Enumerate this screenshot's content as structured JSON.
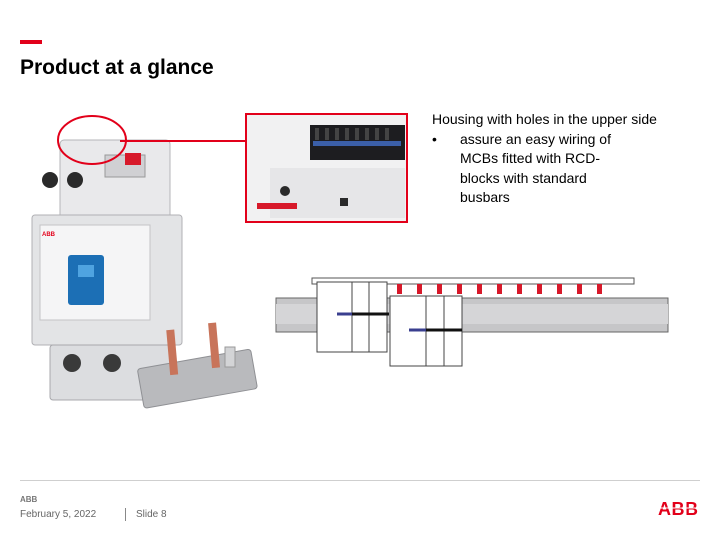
{
  "slide": {
    "title": "Product at a glance",
    "description_line1": "Housing with holes in the upper side",
    "bullet_symbol": "•",
    "bullet_text": "assure an easy wiring of MCBs fitted with RCD-blocks with standard busbars"
  },
  "footer": {
    "date": "February 5, 2022",
    "slide_label": "Slide 8",
    "brand": "ABB"
  },
  "colors": {
    "accent": "#e2001a",
    "footer_text": "#666666",
    "busbar_gray": "#bdbdbd",
    "busbar_blue": "#3a3f8f"
  },
  "icons": {
    "brand_logo": "abb-logo",
    "footer_small_logo": "abb-logo-small"
  }
}
